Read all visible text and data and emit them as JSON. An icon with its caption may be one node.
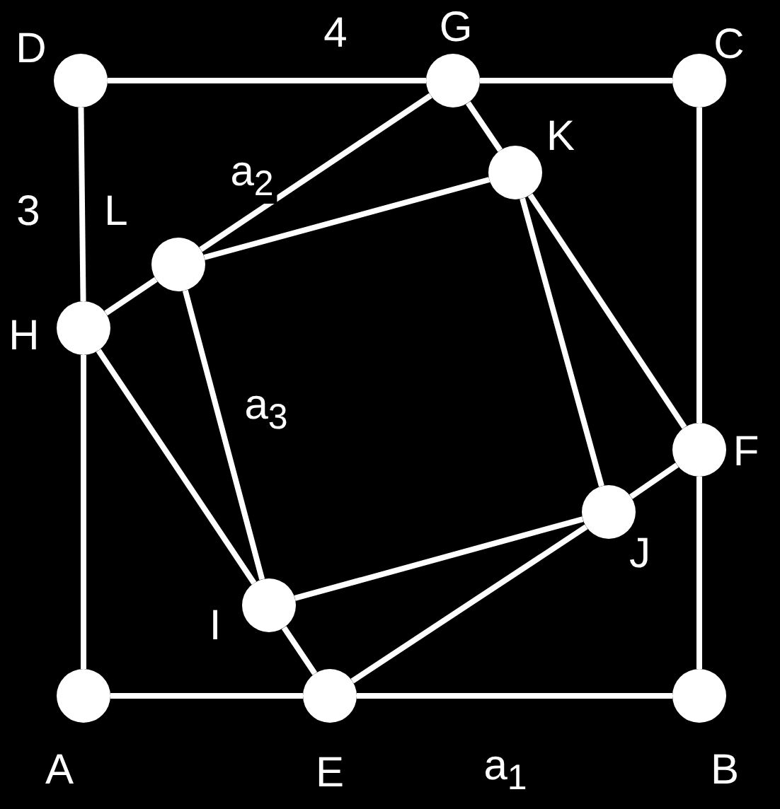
{
  "diagram": {
    "nodes": [
      {
        "text": [],
        "shape": "circle",
        "beside": [
          "D"
        ]
      },
      {
        "text": [],
        "shape": "circle",
        "beside": [
          "G"
        ]
      },
      {
        "text": [],
        "shape": "circle",
        "beside": [
          "C"
        ]
      },
      {
        "text": [],
        "shape": "circle",
        "beside": [
          "K"
        ]
      },
      {
        "text": [],
        "shape": "circle",
        "beside": [
          "L"
        ]
      },
      {
        "text": [],
        "shape": "circle",
        "beside": [
          "H"
        ]
      },
      {
        "text": [],
        "shape": "circle",
        "beside": [
          "F"
        ]
      },
      {
        "text": [],
        "shape": "circle",
        "beside": [
          "J"
        ]
      },
      {
        "text": [],
        "shape": "circle",
        "beside": [
          "I"
        ]
      },
      {
        "text": [],
        "shape": "circle",
        "beside": [
          "A"
        ]
      },
      {
        "text": [],
        "shape": "circle",
        "beside": [
          "E"
        ]
      },
      {
        "text": [],
        "shape": "circle",
        "beside": [
          "B"
        ]
      }
    ],
    "edges": [
      {
        "from": 0,
        "to": 1,
        "arrow": "none",
        "label": "4"
      },
      {
        "from": 1,
        "to": 2,
        "arrow": "none"
      },
      {
        "from": 2,
        "to": 6,
        "arrow": "none"
      },
      {
        "from": 6,
        "to": 11,
        "arrow": "none"
      },
      {
        "from": 11,
        "to": 10,
        "arrow": "none",
        "label": "a$_{1}$"
      },
      {
        "from": 10,
        "to": 9,
        "arrow": "none"
      },
      {
        "from": 9,
        "to": 5,
        "arrow": "none"
      },
      {
        "from": 5,
        "to": 0,
        "arrow": "none",
        "label": "3"
      },
      {
        "from": 1,
        "to": 3,
        "arrow": "none"
      },
      {
        "from": 3,
        "to": 6,
        "arrow": "none"
      },
      {
        "from": 6,
        "to": 7,
        "arrow": "none"
      },
      {
        "from": 7,
        "to": 10,
        "arrow": "none"
      },
      {
        "from": 10,
        "to": 8,
        "arrow": "none"
      },
      {
        "from": 8,
        "to": 5,
        "arrow": "none"
      },
      {
        "from": 5,
        "to": 4,
        "arrow": "none"
      },
      {
        "from": 4,
        "to": 1,
        "arrow": "none",
        "label": "a$_{2}$"
      },
      {
        "from": 4,
        "to": 3,
        "arrow": "none"
      },
      {
        "from": 3,
        "to": 7,
        "arrow": "none"
      },
      {
        "from": 7,
        "to": 8,
        "arrow": "none"
      },
      {
        "from": 8,
        "to": 4,
        "arrow": "none",
        "label": "a$_{3}$"
      }
    ]
  }
}
